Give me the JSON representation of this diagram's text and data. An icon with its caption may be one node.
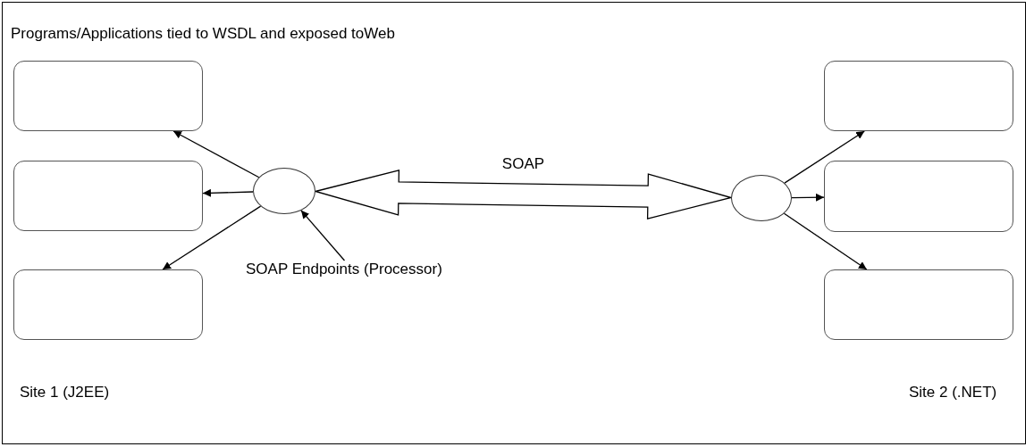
{
  "diagram": {
    "title": "Programs/Applications tied to WSDL and exposed toWeb",
    "nodes": [
      {
        "text": [],
        "shape": "box"
      },
      {
        "text": [],
        "shape": "box"
      },
      {
        "text": [],
        "shape": "box"
      },
      {
        "text": [],
        "shape": "circle"
      },
      {
        "text": [],
        "shape": "circle"
      },
      {
        "text": [],
        "shape": "box"
      },
      {
        "text": [],
        "shape": "box"
      },
      {
        "text": [],
        "shape": "box"
      },
      {
        "text": [
          "SOAP Endpoints (Processor)"
        ]
      }
    ],
    "edges": [
      {
        "from": 3,
        "to": 0,
        "arrow": "to"
      },
      {
        "from": 3,
        "to": 1,
        "arrow": "to"
      },
      {
        "from": 3,
        "to": 2,
        "arrow": "to"
      },
      {
        "from": 3,
        "to": 4,
        "arrow": "both",
        "label": "SOAP",
        "style": "thick"
      },
      {
        "from": 4,
        "to": 5,
        "arrow": "to"
      },
      {
        "from": 4,
        "to": 6,
        "arrow": "to"
      },
      {
        "from": 4,
        "to": 7,
        "arrow": "to"
      },
      {
        "from": 8,
        "to": 3,
        "arrow": "to"
      }
    ],
    "labels": [
      "Site 1 (J2EE)",
      "Site 2 (.NET)"
    ]
  }
}
